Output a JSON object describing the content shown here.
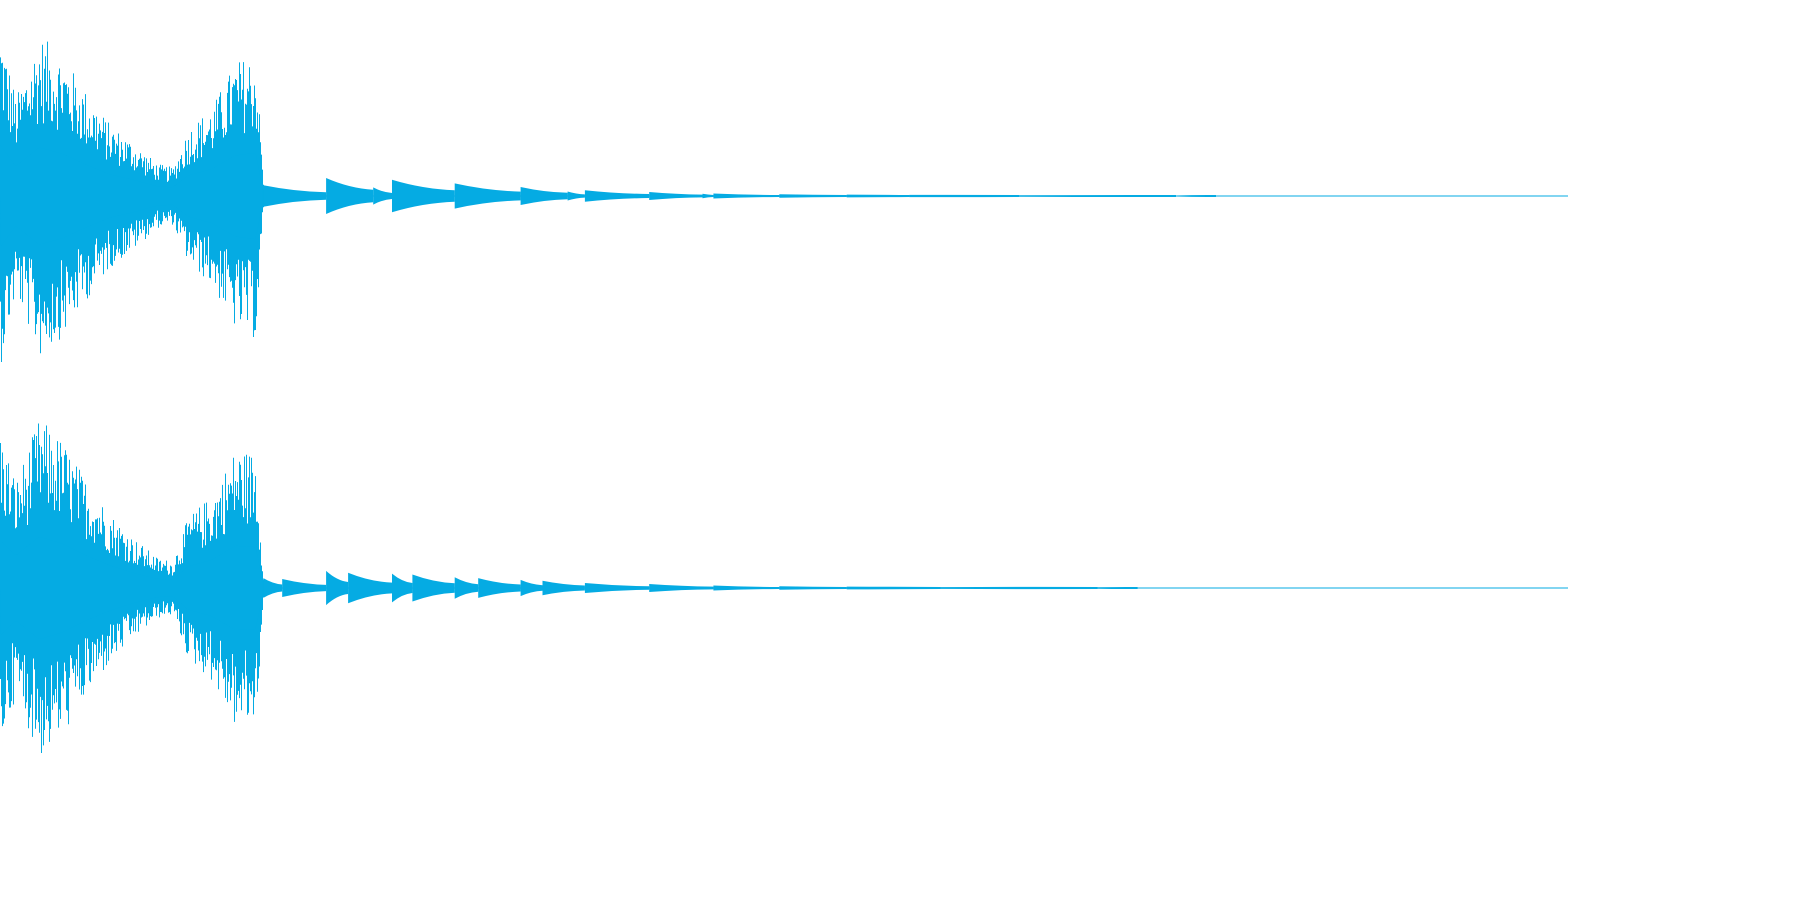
{
  "waveform": {
    "color": "#05abe3",
    "background": "#ffffff",
    "channels": [
      {
        "name": "left",
        "segments": [
          {
            "t": 0.0,
            "peak": 0.95
          },
          {
            "t": 0.01,
            "peak": 0.55
          },
          {
            "t": 0.025,
            "peak": 0.9
          },
          {
            "t": 0.04,
            "peak": 0.78
          },
          {
            "t": 0.055,
            "peak": 0.58
          },
          {
            "t": 0.07,
            "peak": 0.4
          },
          {
            "t": 0.085,
            "peak": 0.3
          },
          {
            "t": 0.1,
            "peak": 0.18
          },
          {
            "t": 0.11,
            "peak": 0.16
          },
          {
            "t": 0.12,
            "peak": 0.38
          },
          {
            "t": 0.135,
            "peak": 0.5
          },
          {
            "t": 0.15,
            "peak": 0.75
          },
          {
            "t": 0.163,
            "peak": 0.8
          },
          {
            "t": 0.168,
            "peak": 0.06
          }
        ],
        "decay_pulses": [
          {
            "t": 0.168,
            "peak": 0.06
          },
          {
            "t": 0.208,
            "peak": 0.1
          },
          {
            "t": 0.238,
            "peak": 0.048
          },
          {
            "t": 0.25,
            "peak": 0.09
          },
          {
            "t": 0.29,
            "peak": 0.07
          },
          {
            "t": 0.332,
            "peak": 0.05
          },
          {
            "t": 0.362,
            "peak": 0.025
          },
          {
            "t": 0.373,
            "peak": 0.032
          },
          {
            "t": 0.414,
            "peak": 0.022
          },
          {
            "t": 0.448,
            "peak": 0.012
          },
          {
            "t": 0.455,
            "peak": 0.014
          },
          {
            "t": 0.497,
            "peak": 0.01
          },
          {
            "t": 0.54,
            "peak": 0.008
          },
          {
            "t": 0.58,
            "peak": 0.006
          },
          {
            "t": 0.65,
            "peak": 0.004
          },
          {
            "t": 0.75,
            "peak": 0.003
          }
        ]
      },
      {
        "name": "right",
        "segments": [
          {
            "t": 0.0,
            "peak": 0.88
          },
          {
            "t": 0.01,
            "peak": 0.6
          },
          {
            "t": 0.025,
            "peak": 0.95
          },
          {
            "t": 0.04,
            "peak": 0.82
          },
          {
            "t": 0.055,
            "peak": 0.6
          },
          {
            "t": 0.07,
            "peak": 0.42
          },
          {
            "t": 0.085,
            "peak": 0.28
          },
          {
            "t": 0.1,
            "peak": 0.17
          },
          {
            "t": 0.11,
            "peak": 0.15
          },
          {
            "t": 0.12,
            "peak": 0.4
          },
          {
            "t": 0.135,
            "peak": 0.52
          },
          {
            "t": 0.15,
            "peak": 0.78
          },
          {
            "t": 0.163,
            "peak": 0.76
          },
          {
            "t": 0.168,
            "peak": 0.06
          }
        ],
        "decay_pulses": [
          {
            "t": 0.168,
            "peak": 0.055
          },
          {
            "t": 0.18,
            "peak": 0.05
          },
          {
            "t": 0.208,
            "peak": 0.095
          },
          {
            "t": 0.222,
            "peak": 0.085
          },
          {
            "t": 0.25,
            "peak": 0.08
          },
          {
            "t": 0.263,
            "peak": 0.075
          },
          {
            "t": 0.29,
            "peak": 0.06
          },
          {
            "t": 0.305,
            "peak": 0.055
          },
          {
            "t": 0.332,
            "peak": 0.045
          },
          {
            "t": 0.346,
            "peak": 0.04
          },
          {
            "t": 0.373,
            "peak": 0.028
          },
          {
            "t": 0.414,
            "peak": 0.022
          },
          {
            "t": 0.455,
            "peak": 0.014
          },
          {
            "t": 0.497,
            "peak": 0.01
          },
          {
            "t": 0.54,
            "peak": 0.008
          },
          {
            "t": 0.6,
            "peak": 0.005
          },
          {
            "t": 0.7,
            "peak": 0.004
          }
        ]
      }
    ]
  }
}
